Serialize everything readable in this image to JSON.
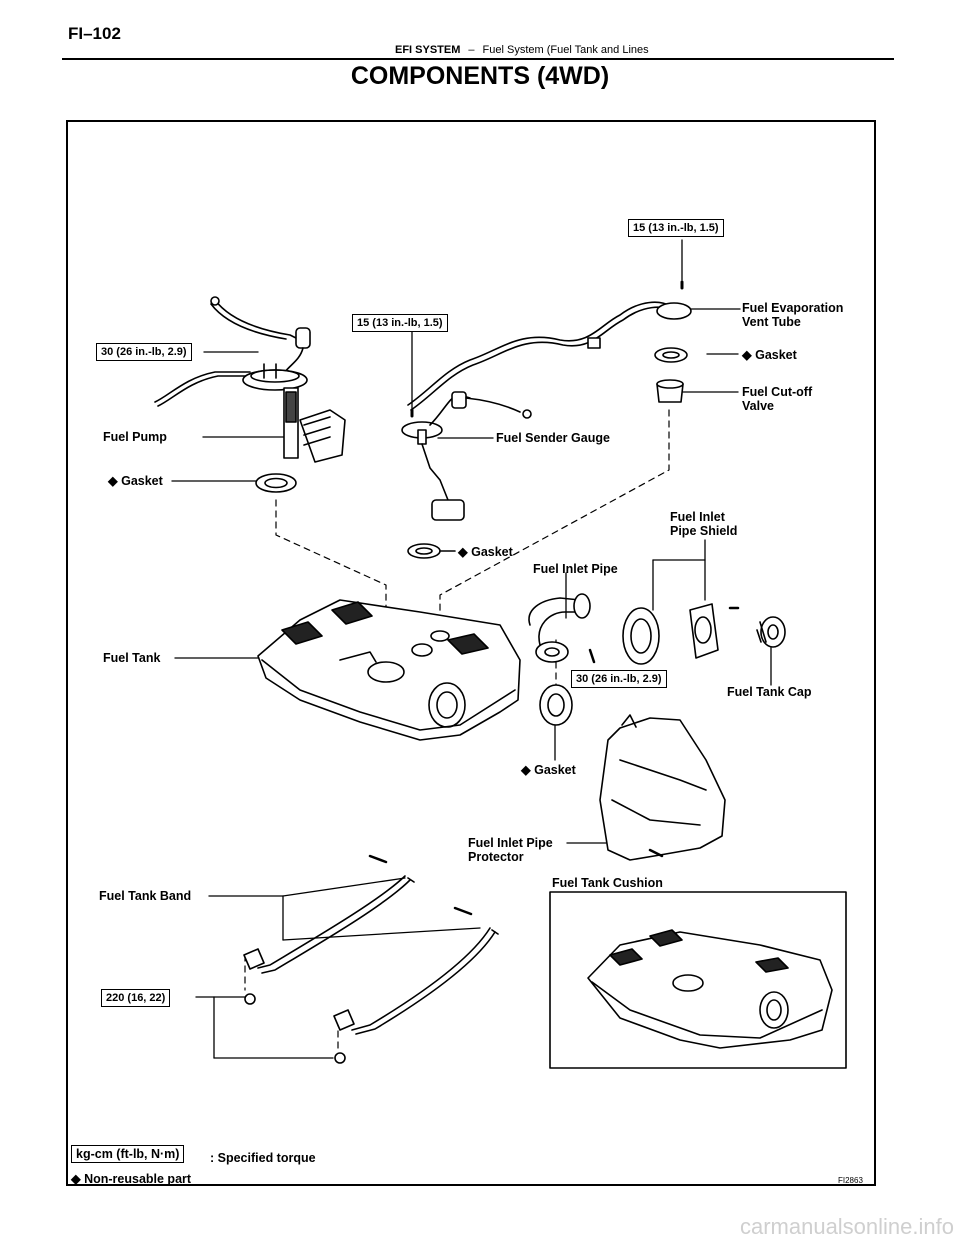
{
  "header": {
    "page_number": "FI–102",
    "system": "EFI SYSTEM",
    "dash": "–",
    "section": "Fuel System (Fuel Tank and Lines"
  },
  "title": "COMPONENTS (4WD)",
  "torque": {
    "pump_bolt": "30 (26 in.-lb, 2.9)",
    "sender_bolt": "15 (13 in.-lb, 1.5)",
    "vent_bolt": "15 (13 in.-lb, 1.5)",
    "inlet_bolt": "30 (26 in.-lb, 2.9)",
    "band_bolt": "220 (16, 22)"
  },
  "labels": {
    "fuel_evaporation_vent_tube_1": "Fuel Evaporation",
    "fuel_evaporation_vent_tube_2": "Vent Tube",
    "gasket_vent": "Gasket",
    "fuel_cutoff_valve_1": "Fuel Cut-off",
    "fuel_cutoff_valve_2": "Valve",
    "fuel_pump": "Fuel Pump",
    "fuel_sender_gauge": "Fuel Sender Gauge",
    "gasket_pump": "Gasket",
    "fuel_inlet_pipe_shield_1": "Fuel Inlet",
    "fuel_inlet_pipe_shield_2": "Pipe Shield",
    "gasket_sender": "Gasket",
    "fuel_inlet_pipe": "Fuel Inlet Pipe",
    "fuel_tank": "Fuel Tank",
    "fuel_tank_cap": "Fuel Tank Cap",
    "gasket_inlet": "Gasket",
    "fuel_inlet_pipe_protector_1": "Fuel Inlet Pipe",
    "fuel_inlet_pipe_protector_2": "Protector",
    "fuel_tank_cushion": "Fuel Tank Cushion",
    "fuel_tank_band": "Fuel Tank Band"
  },
  "legend": {
    "torque_unit": "kg-cm (ft-lb, N·m)",
    "torque_text": ": Specified torque",
    "nonreusable": "◆ Non-reusable part"
  },
  "figure_code": "FI2863",
  "watermark": "carmanualsonline.info"
}
